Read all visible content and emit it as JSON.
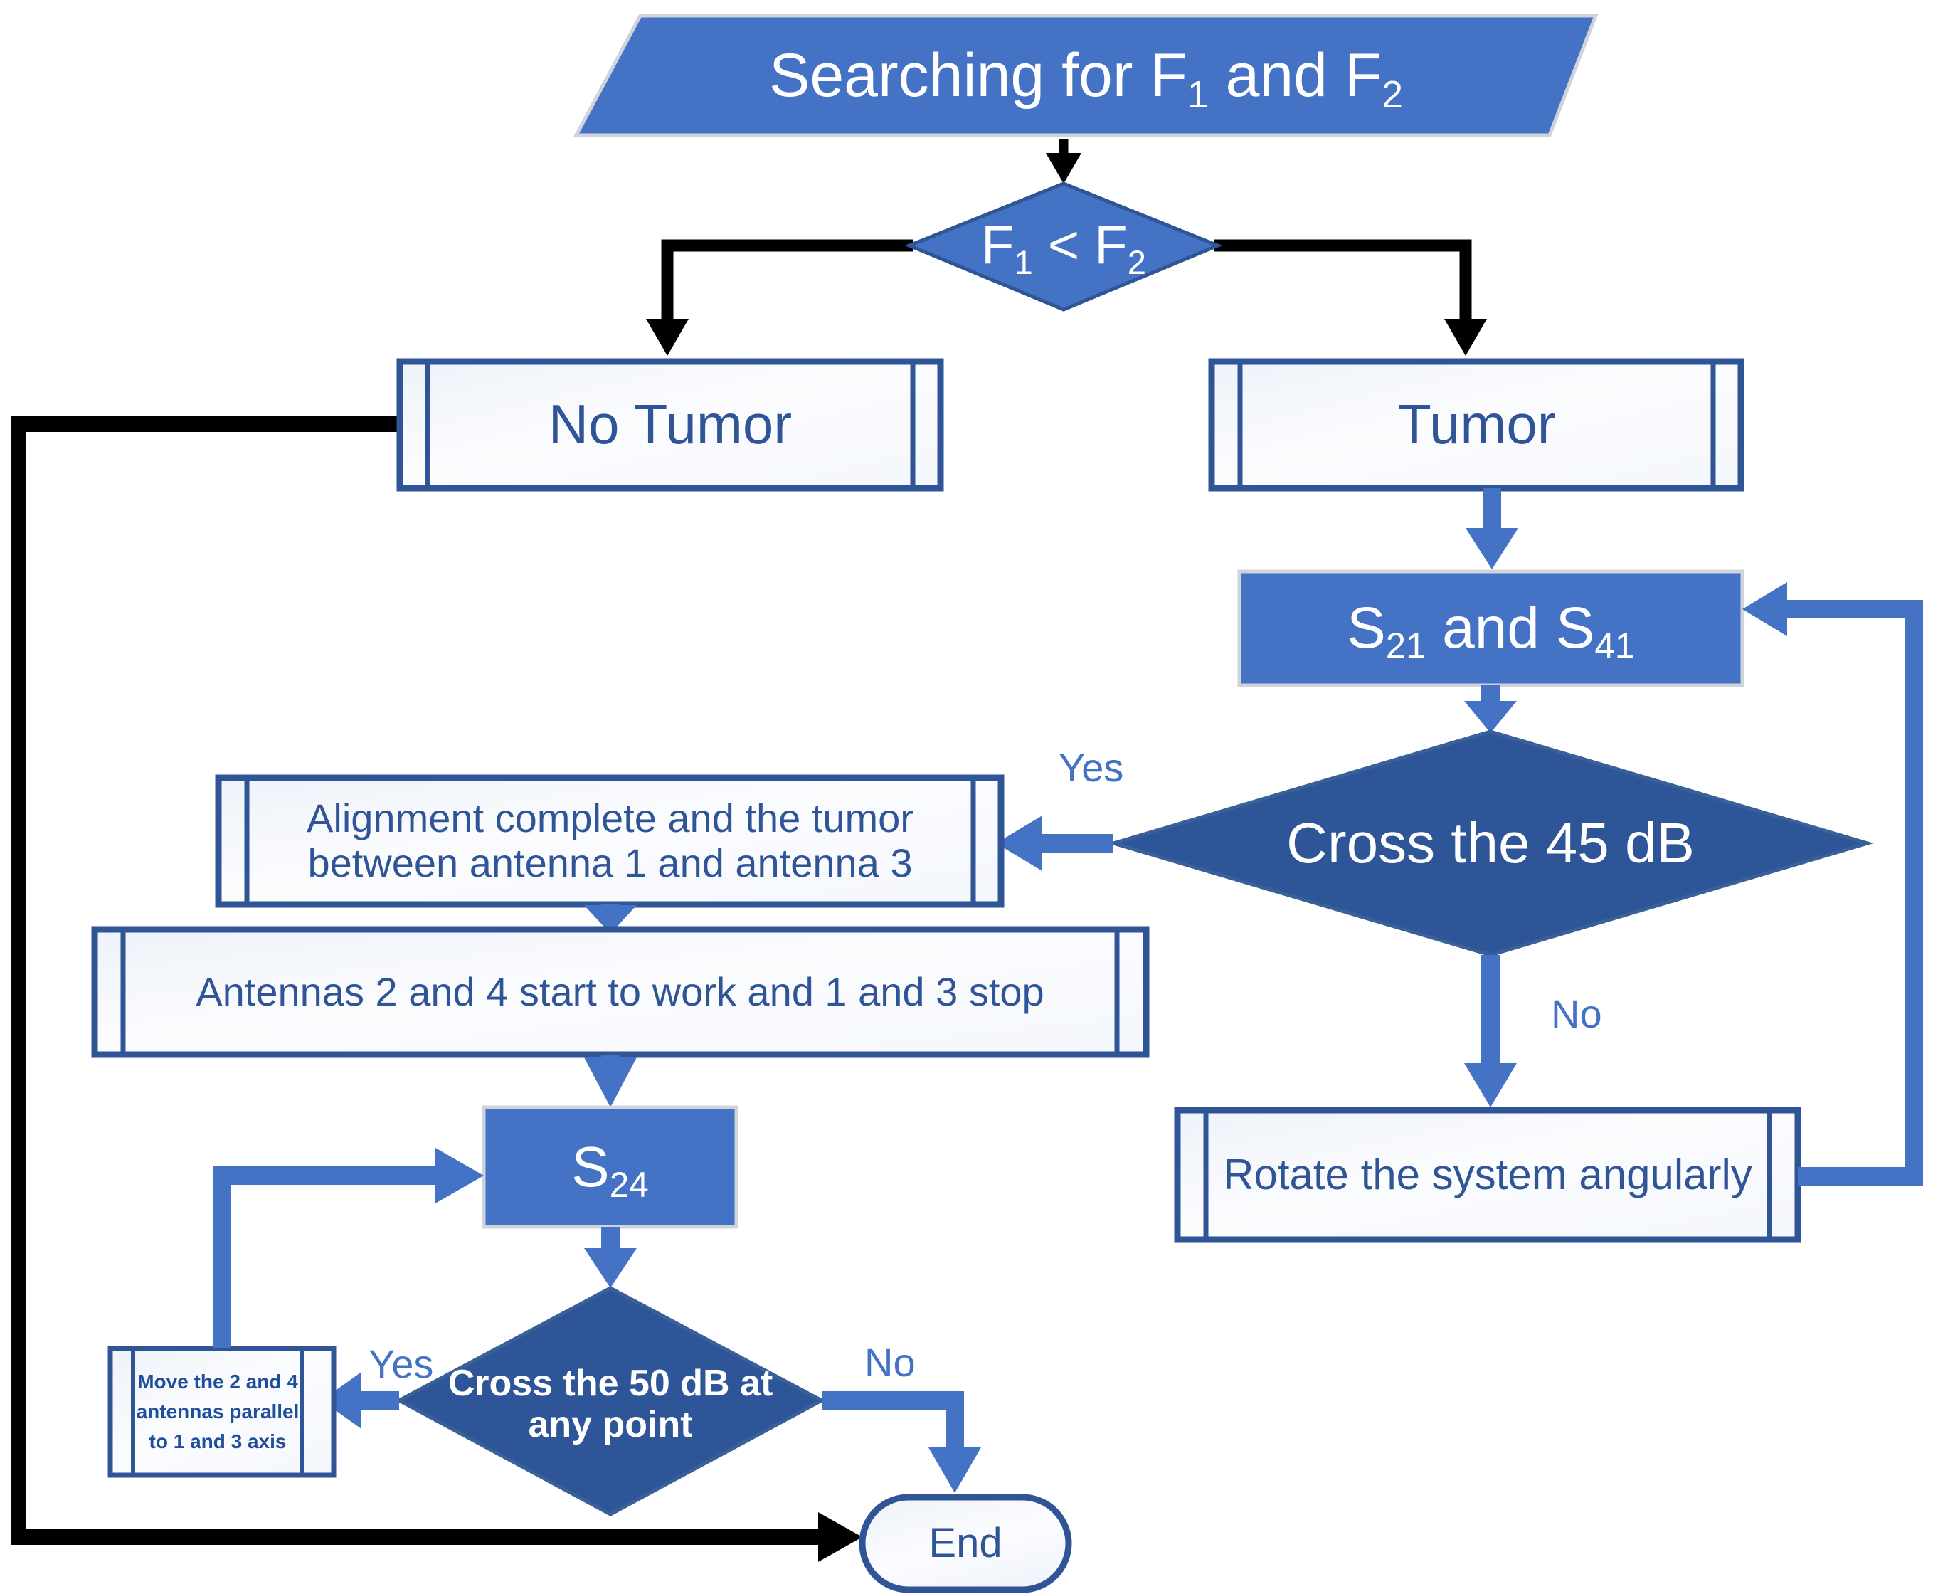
{
  "diagram": {
    "title": "Tumor detection and antenna alignment flowchart",
    "type": "flowchart",
    "colors": {
      "accent_fill": "#4472c4",
      "accent_dark_fill": "#2e5597",
      "process_border": "#2f5597",
      "process_fill_light": "#f2f5fb",
      "text_on_accent": "#ffffff",
      "text_blue": "#2f5597",
      "black_connector": "#000000",
      "blue_connector": "#4472c4"
    },
    "nodes": {
      "start": {
        "shape": "parallelogram",
        "label_html": "Searching for F<sub>1</sub> and F<sub>2</sub>",
        "label_plain": "Searching for F1 and F2"
      },
      "decision_f": {
        "shape": "diamond",
        "label_html": "F<sub>1</sub> &lt; F<sub>2</sub>",
        "label_plain": "F1 < F2"
      },
      "no_tumor": {
        "shape": "predefined-process",
        "label": "No Tumor"
      },
      "tumor": {
        "shape": "predefined-process",
        "label": "Tumor"
      },
      "s21_s41": {
        "shape": "rectangle",
        "label_html": "S<sub>21</sub> and S<sub>41</sub>",
        "label_plain": "S21 and S41"
      },
      "decision_45db": {
        "shape": "diamond",
        "label": "Cross the  45 dB"
      },
      "alignment_complete": {
        "shape": "predefined-process",
        "label_line1": "Alignment complete and the tumor",
        "label_line2": "between antenna 1 and antenna 3"
      },
      "antennas_switch": {
        "shape": "predefined-process",
        "label": "Antennas  2 and 4 start to work and 1 and 3 stop"
      },
      "s24": {
        "shape": "rectangle",
        "label_html": "S<sub>24</sub>",
        "label_plain": "S24"
      },
      "decision_50db": {
        "shape": "diamond",
        "label_line1": "Cross the  50 dB at",
        "label_line2": "any point"
      },
      "move_antennas": {
        "shape": "predefined-process",
        "label_line1": "Move the 2 and 4",
        "label_line2": "antennas parallel",
        "label_line3": "to 1 and 3 axis"
      },
      "rotate_system": {
        "shape": "predefined-process",
        "label": "Rotate the system angularly"
      },
      "end": {
        "shape": "rounded-terminator",
        "label": "End"
      }
    },
    "edge_labels": {
      "yes_45db": "Yes",
      "no_45db": "No",
      "yes_50db": "Yes",
      "no_50db": "No"
    }
  }
}
